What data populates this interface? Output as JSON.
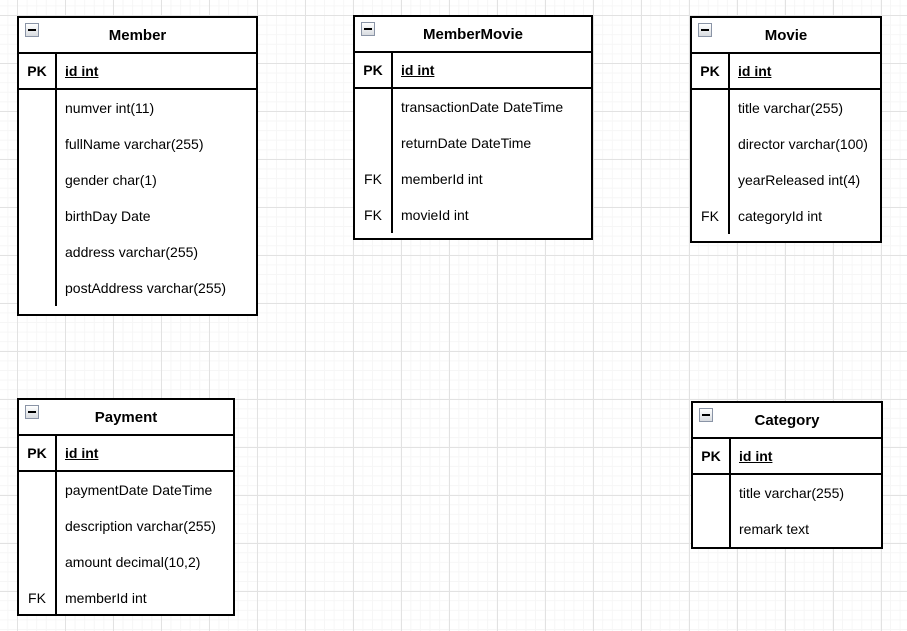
{
  "diagram": {
    "type": "entity-relationship",
    "canvas": {
      "background_color": "#ffffff",
      "grid_minor_color": "#f6f6f6",
      "grid_major_color": "#e2e2e2",
      "table_border_color": "#000000",
      "text_color": "#000000"
    }
  },
  "entities": [
    {
      "title": "Member",
      "collapse_icon": "minus-icon",
      "pk": {
        "key": "PK",
        "field": "id int"
      },
      "rows": [
        {
          "key": "",
          "field": "numver int(11)"
        },
        {
          "key": "",
          "field": "fullName varchar(255)"
        },
        {
          "key": "",
          "field": "gender char(1)"
        },
        {
          "key": "",
          "field": "birthDay Date"
        },
        {
          "key": "",
          "field": "address varchar(255)"
        },
        {
          "key": "",
          "field": "postAddress varchar(255)"
        }
      ]
    },
    {
      "title": "MemberMovie",
      "collapse_icon": "minus-icon",
      "pk": {
        "key": "PK",
        "field": "id int"
      },
      "rows": [
        {
          "key": "",
          "field": "transactionDate DateTime"
        },
        {
          "key": "",
          "field": "returnDate DateTime"
        },
        {
          "key": "FK",
          "field": "memberId int"
        },
        {
          "key": "FK",
          "field": "movieId int"
        }
      ]
    },
    {
      "title": "Movie",
      "collapse_icon": "minus-icon",
      "pk": {
        "key": "PK",
        "field": "id int"
      },
      "rows": [
        {
          "key": "",
          "field": "title varchar(255)"
        },
        {
          "key": "",
          "field": "director varchar(100)"
        },
        {
          "key": "",
          "field": "yearReleased int(4)"
        },
        {
          "key": "FK",
          "field": "categoryId int"
        }
      ]
    },
    {
      "title": "Payment",
      "collapse_icon": "minus-icon",
      "pk": {
        "key": "PK",
        "field": "id int"
      },
      "rows": [
        {
          "key": "",
          "field": "paymentDate DateTime"
        },
        {
          "key": "",
          "field": "description varchar(255)"
        },
        {
          "key": "",
          "field": "amount decimal(10,2)"
        },
        {
          "key": "FK",
          "field": "memberId int"
        }
      ]
    },
    {
      "title": "Category",
      "collapse_icon": "minus-icon",
      "pk": {
        "key": "PK",
        "field": "id int"
      },
      "rows": [
        {
          "key": "",
          "field": "title varchar(255)"
        },
        {
          "key": "",
          "field": "remark text"
        }
      ]
    }
  ]
}
